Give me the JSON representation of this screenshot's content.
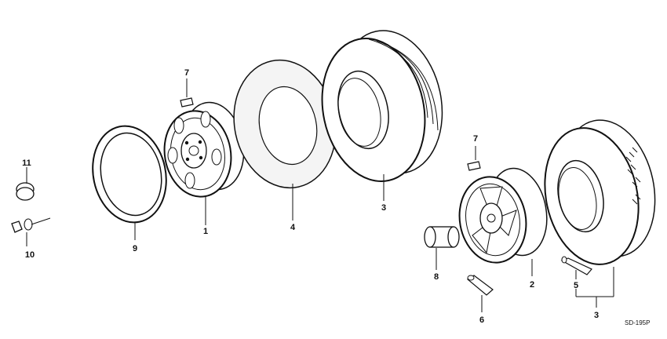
{
  "diagram": {
    "callouts": [
      {
        "id": "c7a",
        "text": "7"
      },
      {
        "id": "c11",
        "text": "11"
      },
      {
        "id": "c10",
        "text": "10"
      },
      {
        "id": "c9",
        "text": "9"
      },
      {
        "id": "c1",
        "text": "1"
      },
      {
        "id": "c4",
        "text": "4"
      },
      {
        "id": "c3a",
        "text": "3"
      },
      {
        "id": "c7b",
        "text": "7"
      },
      {
        "id": "c8",
        "text": "8"
      },
      {
        "id": "c2",
        "text": "2"
      },
      {
        "id": "c5",
        "text": "5"
      },
      {
        "id": "c6",
        "text": "6"
      },
      {
        "id": "c3b",
        "text": "3"
      }
    ],
    "drawing_code": "SD-195P"
  }
}
